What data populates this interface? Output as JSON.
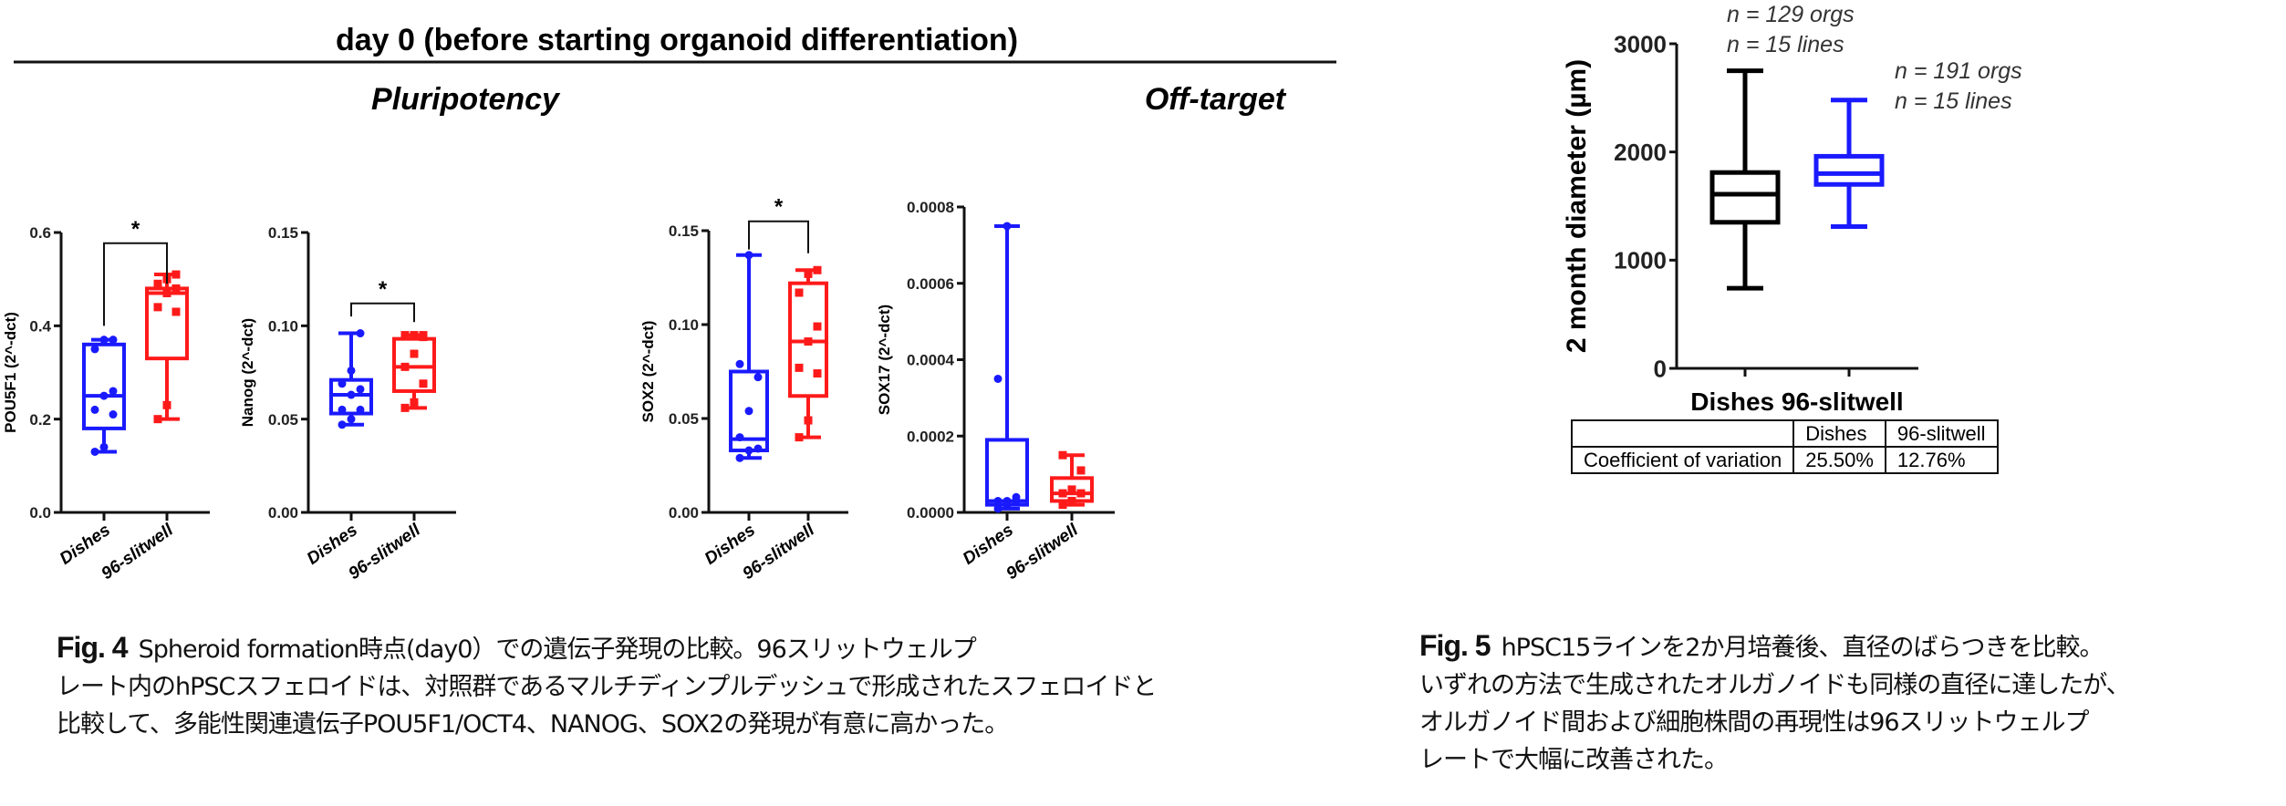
{
  "colors": {
    "dishes_fig4": "#1a1aff",
    "slitwell": "#ff1a1a",
    "dishes_fig5": "#000000",
    "slitwell_fig5": "#1a1aff"
  },
  "fig4": {
    "title": "day 0 (before starting organoid differentiation)",
    "section_pluripotency": "Pluripotency",
    "section_offtarget": "Off-target",
    "caption_label": "Fig. 4",
    "caption_lines": [
      "Spheroid formation時点(day0）での遺伝子発現の比較。96スリットウェルプ",
      "レート内のhPSCスフェロイドは、対照群であるマルチディンプルデッシュで形成されたスフェロイドと",
      "比較して、多能性関連遺伝子POU5F1/OCT4、NANOG、SOX2の発現が有意に高かった。"
    ]
  },
  "chart_data": [
    {
      "type": "box",
      "ylabel": "POU5F1 (2^-dct)",
      "ylim": [
        0,
        0.6
      ],
      "yticks": [
        "0.0",
        "0.2",
        "0.4",
        "0.6"
      ],
      "ytick_values": [
        0,
        0.2,
        0.4,
        0.6
      ],
      "categories": [
        "Dishes",
        "96-slitwell"
      ],
      "series": [
        {
          "name": "Dishes",
          "min": 0.13,
          "q1": 0.18,
          "median": 0.25,
          "q3": 0.36,
          "max": 0.37,
          "points": [
            0.13,
            0.14,
            0.21,
            0.22,
            0.25,
            0.26,
            0.35,
            0.37,
            0.37
          ]
        },
        {
          "name": "96-slitwell",
          "min": 0.2,
          "q1": 0.33,
          "median": 0.47,
          "q3": 0.48,
          "max": 0.51,
          "points": [
            0.2,
            0.23,
            0.43,
            0.44,
            0.47,
            0.48,
            0.49,
            0.5,
            0.51
          ]
        }
      ],
      "significance": {
        "label": "*",
        "y": 0.577,
        "left_end": 0.4,
        "right_end": 0.49
      }
    },
    {
      "type": "box",
      "ylabel": "Nanog (2^-dct)",
      "ylim": [
        0,
        0.15
      ],
      "yticks": [
        "0.00",
        "0.05",
        "0.10",
        "0.15"
      ],
      "ytick_values": [
        0,
        0.05,
        0.1,
        0.15
      ],
      "categories": [
        "Dishes",
        "96-slitwell"
      ],
      "series": [
        {
          "name": "Dishes",
          "min": 0.047,
          "q1": 0.053,
          "median": 0.063,
          "q3": 0.071,
          "max": 0.096,
          "points": [
            0.047,
            0.05,
            0.055,
            0.055,
            0.063,
            0.066,
            0.069,
            0.076,
            0.096
          ]
        },
        {
          "name": "96-slitwell",
          "min": 0.056,
          "q1": 0.065,
          "median": 0.078,
          "q3": 0.093,
          "max": 0.095,
          "points": [
            0.056,
            0.059,
            0.069,
            0.078,
            0.085,
            0.094,
            0.095,
            0.095,
            0.095
          ]
        }
      ],
      "significance": {
        "label": "*",
        "y": 0.112,
        "left_end": 0.105,
        "right_end": 0.102
      }
    },
    {
      "type": "box",
      "ylabel": "SOX2 (2^-dct)",
      "ylim": [
        0,
        0.15
      ],
      "yticks": [
        "0.00",
        "0.05",
        "0.10",
        "0.15"
      ],
      "ytick_values": [
        0,
        0.05,
        0.1,
        0.15
      ],
      "categories": [
        "Dishes",
        "96-slitwell"
      ],
      "series": [
        {
          "name": "Dishes",
          "min": 0.029,
          "q1": 0.033,
          "median": 0.039,
          "q3": 0.075,
          "max": 0.137,
          "points": [
            0.029,
            0.033,
            0.034,
            0.04,
            0.054,
            0.072,
            0.079,
            0.137
          ]
        },
        {
          "name": "96-slitwell",
          "min": 0.04,
          "q1": 0.062,
          "median": 0.091,
          "q3": 0.122,
          "max": 0.129,
          "points": [
            0.04,
            0.049,
            0.074,
            0.077,
            0.091,
            0.099,
            0.117,
            0.127,
            0.129
          ]
        }
      ],
      "significance": {
        "label": "*",
        "y": 0.155,
        "left_end": 0.14,
        "right_end": 0.138
      }
    },
    {
      "type": "box",
      "ylabel": "SOX17 (2^-dct)",
      "ylim": [
        0,
        0.0008
      ],
      "yticks": [
        "0.0000",
        "0.0002",
        "0.0004",
        "0.0006",
        "0.0008"
      ],
      "ytick_values": [
        0,
        0.0002,
        0.0004,
        0.0006,
        0.0008
      ],
      "categories": [
        "Dishes",
        "96-slitwell"
      ],
      "series": [
        {
          "name": "Dishes",
          "min": 1e-05,
          "q1": 2e-05,
          "median": 3e-05,
          "q3": 0.00019,
          "max": 0.00075,
          "points": [
            1e-05,
            2e-05,
            3e-05,
            3e-05,
            3e-05,
            4e-05,
            0.00035,
            0.00075
          ]
        },
        {
          "name": "96-slitwell",
          "min": 2e-05,
          "q1": 3e-05,
          "median": 5e-05,
          "q3": 9e-05,
          "max": 0.00015,
          "points": [
            2e-05,
            3e-05,
            5e-05,
            5e-05,
            6e-05,
            0.00011,
            0.00015
          ]
        }
      ]
    },
    {
      "type": "box",
      "ylabel": "2 month diameter (µm)",
      "ylim": [
        0,
        3000
      ],
      "yticks": [
        "0",
        "1000",
        "2000",
        "3000"
      ],
      "ytick_values": [
        0,
        1000,
        2000,
        3000
      ],
      "categories": [
        "Dishes",
        "96-slitwell"
      ],
      "series": [
        {
          "name": "Dishes",
          "min": 740,
          "q1": 1350,
          "median": 1610,
          "q3": 1810,
          "max": 2750,
          "annotation": [
            "n = 129 orgs",
            "n = 15 lines"
          ]
        },
        {
          "name": "96-slitwell",
          "min": 1310,
          "q1": 1700,
          "median": 1800,
          "q3": 1960,
          "max": 2480,
          "annotation": [
            "n = 191 orgs",
            "n = 15 lines"
          ]
        }
      ]
    }
  ],
  "fig5": {
    "table": {
      "headers": [
        "",
        "Dishes",
        "96-slitwell"
      ],
      "row": [
        "Coefficient of variation",
        "25.50%",
        "12.76%"
      ]
    },
    "caption_label": "Fig. 5",
    "caption_lines": [
      "hPSC15ラインを2か月培養後、直径のばらつきを比較。",
      "いずれの方法で生成されたオルガノイドも同様の直径に達したが、",
      "オルガノイド間および細胞株間の再現性は96スリットウェルプ",
      "レートで大幅に改善された。"
    ]
  }
}
